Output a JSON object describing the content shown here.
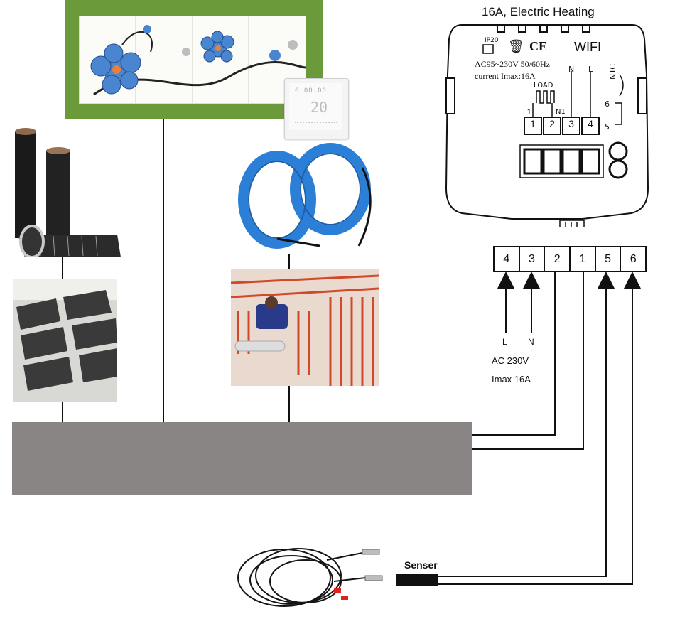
{
  "device": {
    "title": "16A, Electric Heating",
    "ip_rating": "IP20",
    "ce_mark": "CE",
    "wifi_label": "WIFI",
    "spec_line1": "AC95~230V 50/60Hz",
    "spec_line2": "current  Imax:16A",
    "load_label": "LOAD",
    "l1_label": "L1",
    "n1_label": "N1",
    "n_label": "N",
    "l_label": "L",
    "ntc_label": "NTC",
    "ntc_pin_6": "6",
    "ntc_pin_5": "5",
    "terminals": [
      "1",
      "2",
      "3",
      "4"
    ],
    "icons": [
      "weee-bin-icon",
      "ce-mark-icon"
    ]
  },
  "terminal_block": {
    "pins": [
      "4",
      "3",
      "2",
      "1",
      "5",
      "6"
    ]
  },
  "power": {
    "l_label": "L",
    "n_label": "N",
    "voltage": "AC 230V",
    "current": "Imax 16A"
  },
  "sensor": {
    "label": "Senser"
  },
  "thermostat": {
    "time": "6 08:00",
    "temp": "20"
  },
  "colors": {
    "heating_bus": "#898584",
    "wall_green": "#6a9a3a",
    "cable_blue": "#2b7fd6",
    "line": "#111111"
  }
}
